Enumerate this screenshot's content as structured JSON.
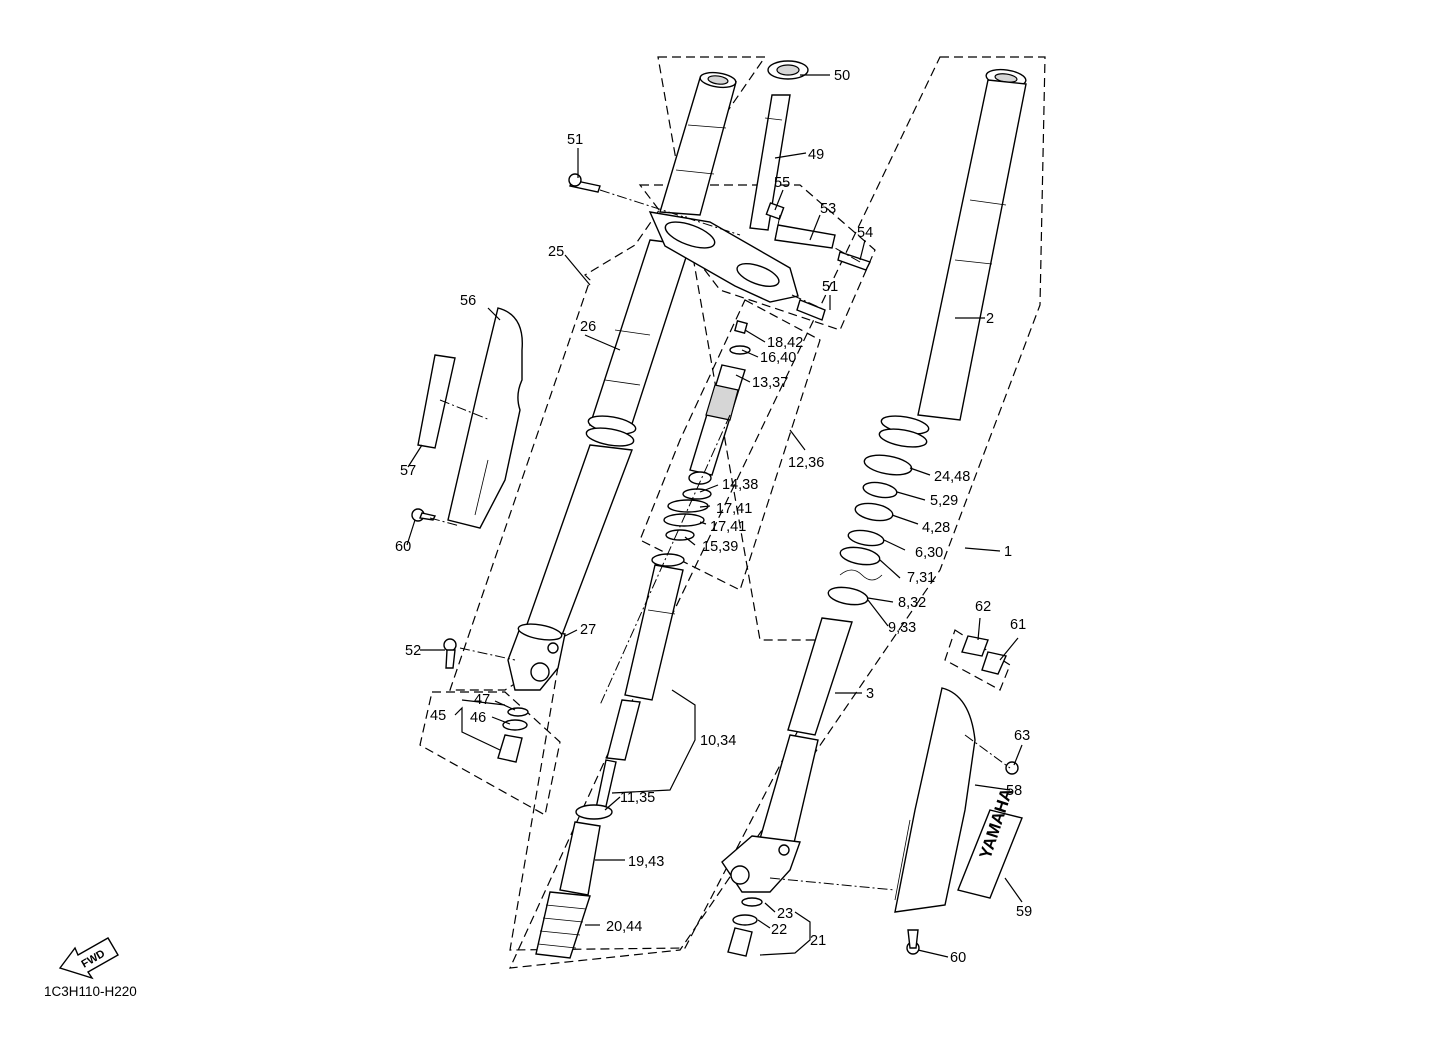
{
  "diagram_code": "1C3H110-H220",
  "fwd_label": "FWD",
  "brand_label": "YAMAHA",
  "callouts": {
    "c1": "1",
    "c2": "2",
    "c3": "3",
    "c4_28": "4,28",
    "c5_29": "5,29",
    "c6_30": "6,30",
    "c7_31": "7,31",
    "c8_32": "8,32",
    "c9_33": "9,33",
    "c10_34": "10,34",
    "c11_35": "11,35",
    "c12_36": "12,36",
    "c13_37": "13,37",
    "c14_38": "14,38",
    "c15_39": "15,39",
    "c16_40": "16,40",
    "c17_41a": "17,41",
    "c17_41b": "17,41",
    "c18_42": "18,42",
    "c19_43": "19,43",
    "c20_44": "20,44",
    "c21": "21",
    "c22": "22",
    "c23": "23",
    "c24_48": "24,48",
    "c25": "25",
    "c26": "26",
    "c27": "27",
    "c45": "45",
    "c46": "46",
    "c47": "47",
    "c49": "49",
    "c50": "50",
    "c51a": "51",
    "c51b": "51",
    "c52": "52",
    "c53": "53",
    "c54": "54",
    "c55": "55",
    "c56": "56",
    "c57": "57",
    "c58": "58",
    "c59": "59",
    "c60a": "60",
    "c60b": "60",
    "c61": "61",
    "c62": "62",
    "c63": "63"
  }
}
